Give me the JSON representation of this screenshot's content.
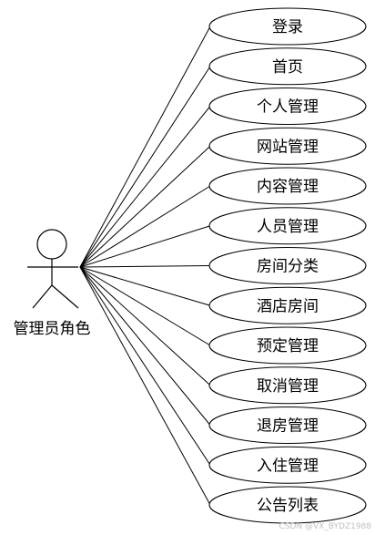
{
  "actor": {
    "label": "管理员角色"
  },
  "use_cases": [
    {
      "label": "登录"
    },
    {
      "label": "首页"
    },
    {
      "label": "个人管理"
    },
    {
      "label": "网站管理"
    },
    {
      "label": "内容管理"
    },
    {
      "label": "人员管理"
    },
    {
      "label": "房间分类"
    },
    {
      "label": "酒店房间"
    },
    {
      "label": "预定管理"
    },
    {
      "label": "取消管理"
    },
    {
      "label": "退房管理"
    },
    {
      "label": "入住管理"
    },
    {
      "label": "公告列表"
    }
  ],
  "watermark": "CSDN @VX_BYDZ1988",
  "colors": {
    "stroke": "#000000",
    "ellipse_fill": "#ffffff",
    "text": "#000000",
    "watermark": "#c0c0c0"
  }
}
